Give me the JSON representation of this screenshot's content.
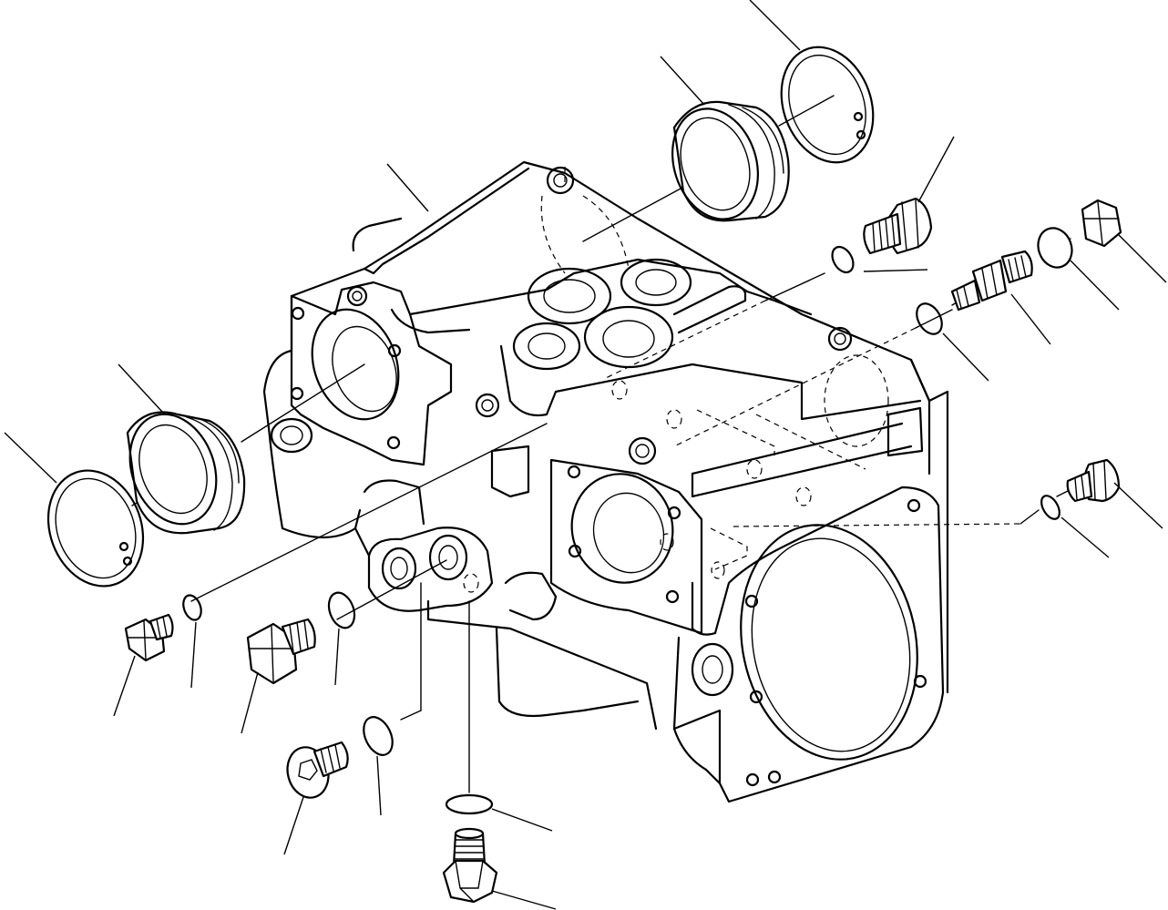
{
  "figure": {
    "kind": "exploded-parts-diagram",
    "subject": "pump-valve-housing",
    "line_color": "#000000",
    "background": "#ffffff"
  },
  "parts": [
    {
      "id": "valve-body",
      "icon": "housing"
    },
    {
      "id": "snap-ring-top",
      "icon": "circlip"
    },
    {
      "id": "sleeve-top",
      "icon": "sleeve"
    },
    {
      "id": "plug-top-right",
      "icon": "hex-plug"
    },
    {
      "id": "o-ring-top-right",
      "icon": "o-ring"
    },
    {
      "id": "cap-nut",
      "icon": "hex-nut"
    },
    {
      "id": "washer",
      "icon": "disc"
    },
    {
      "id": "bleed-screw",
      "icon": "fitting"
    },
    {
      "id": "o-ring-fitting",
      "icon": "o-ring"
    },
    {
      "id": "plug-right",
      "icon": "hex-plug"
    },
    {
      "id": "o-ring-right",
      "icon": "o-ring"
    },
    {
      "id": "sleeve-left",
      "icon": "sleeve"
    },
    {
      "id": "snap-ring-left",
      "icon": "circlip"
    },
    {
      "id": "plug-small-left",
      "icon": "hex-plug"
    },
    {
      "id": "o-ring-small-left",
      "icon": "o-ring"
    },
    {
      "id": "plug-large-left",
      "icon": "hex-plug"
    },
    {
      "id": "o-ring-large-left",
      "icon": "o-ring"
    },
    {
      "id": "socket-plug",
      "icon": "socket-screw"
    },
    {
      "id": "o-ring-socket",
      "icon": "o-ring"
    },
    {
      "id": "o-ring-bottom",
      "icon": "o-ring"
    },
    {
      "id": "plug-bottom",
      "icon": "hex-plug"
    }
  ]
}
